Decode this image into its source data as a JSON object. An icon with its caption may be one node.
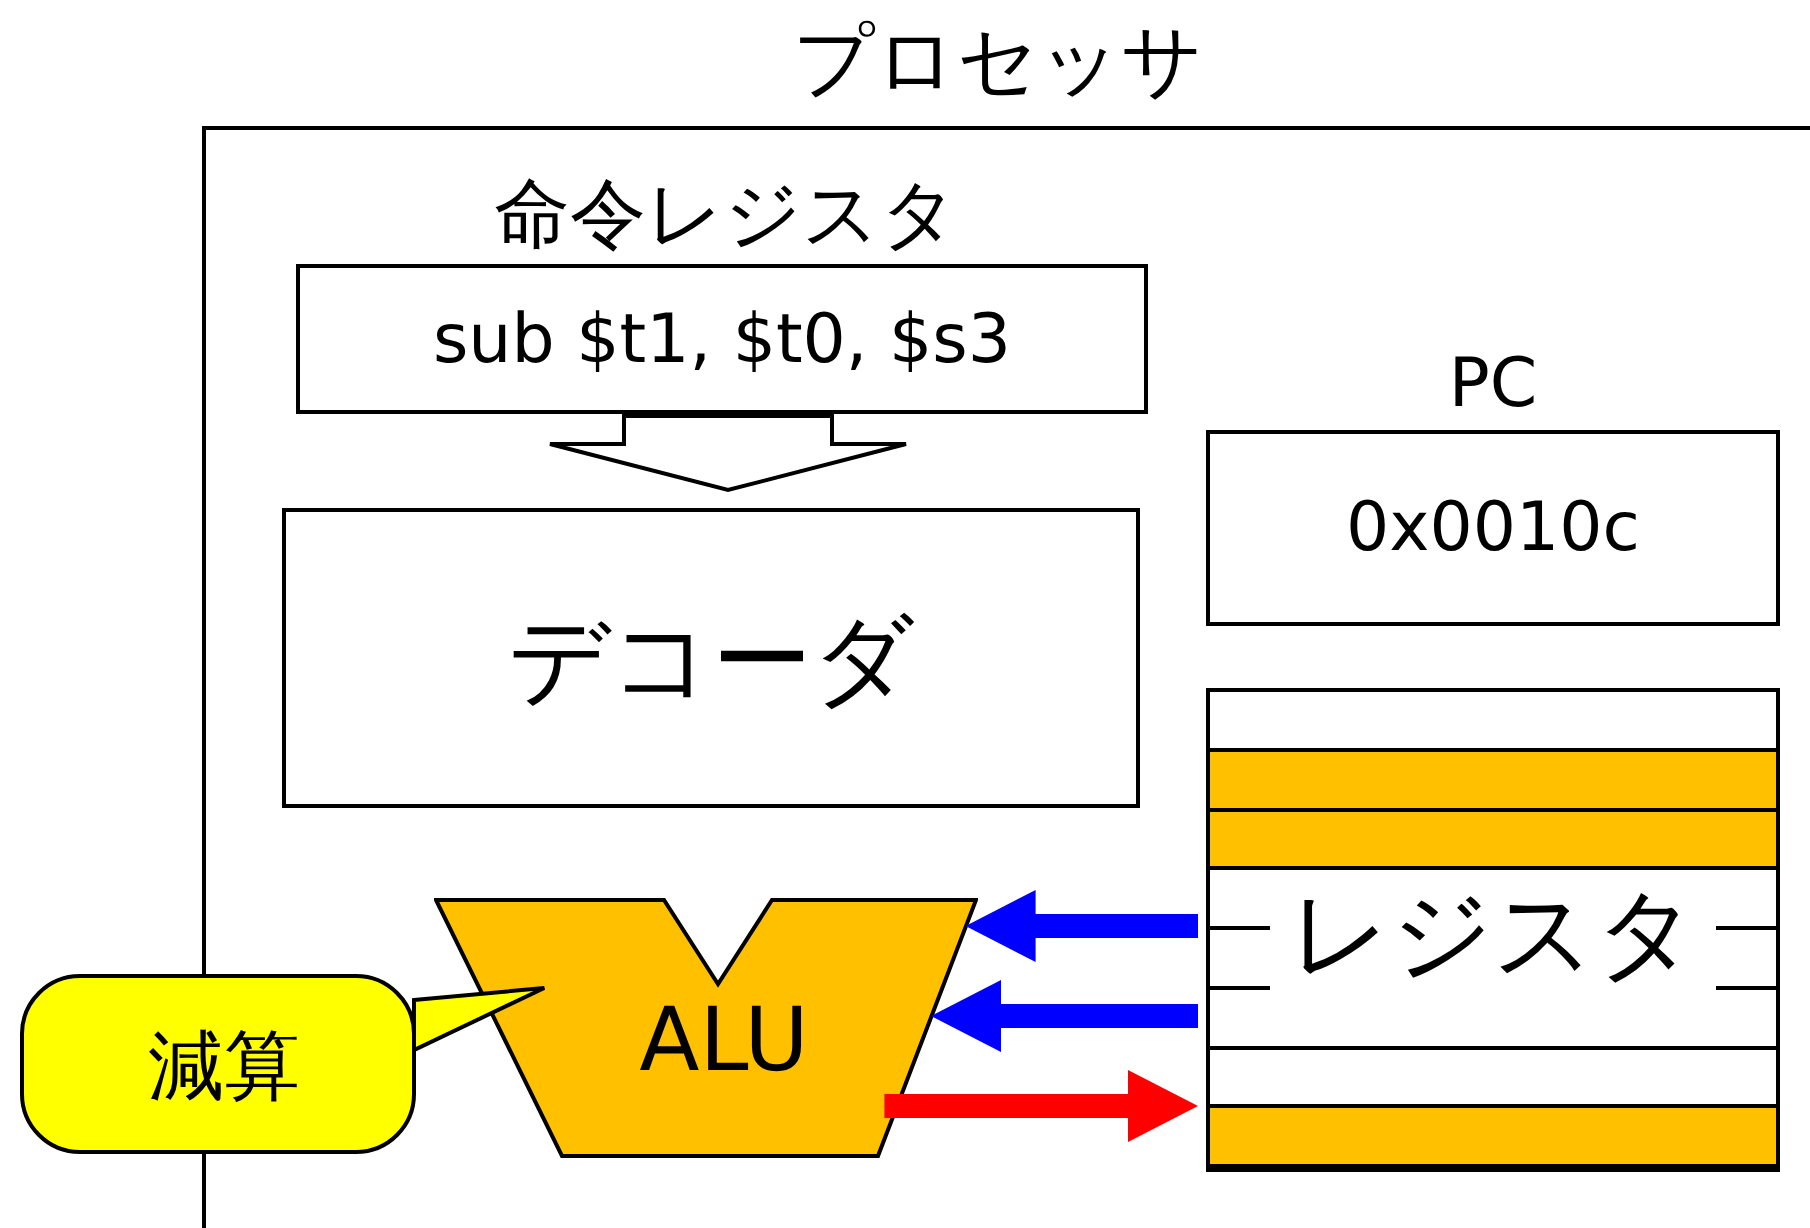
{
  "diagram": {
    "nodes": [
      {
        "text": [
          "プロセッサ"
        ]
      },
      {
        "text": [
          "命令レジスタ",
          "sub $t1, $t0, $s3"
        ],
        "in": 0
      },
      {
        "text": [
          "デコーダ"
        ],
        "in": 0
      },
      {
        "text": [
          "PC",
          "0x0010c"
        ],
        "in": 0
      },
      {
        "text": [
          "レジスタ"
        ],
        "in": 0
      },
      {
        "text": [
          "ALU"
        ],
        "in": 0
      },
      {
        "text": [
          "減算"
        ]
      }
    ],
    "edges": [
      {
        "from": 1,
        "to": 2,
        "arrow": "to"
      },
      {
        "from": 4,
        "to": 5,
        "arrow": "to",
        "color": "#0000ff"
      },
      {
        "from": 4,
        "to": 5,
        "arrow": "to",
        "color": "#0000ff"
      },
      {
        "from": 5,
        "to": 4,
        "arrow": "to",
        "color": "#ff0000"
      },
      {
        "from": 6,
        "to": 5,
        "arrow": "to"
      }
    ]
  }
}
